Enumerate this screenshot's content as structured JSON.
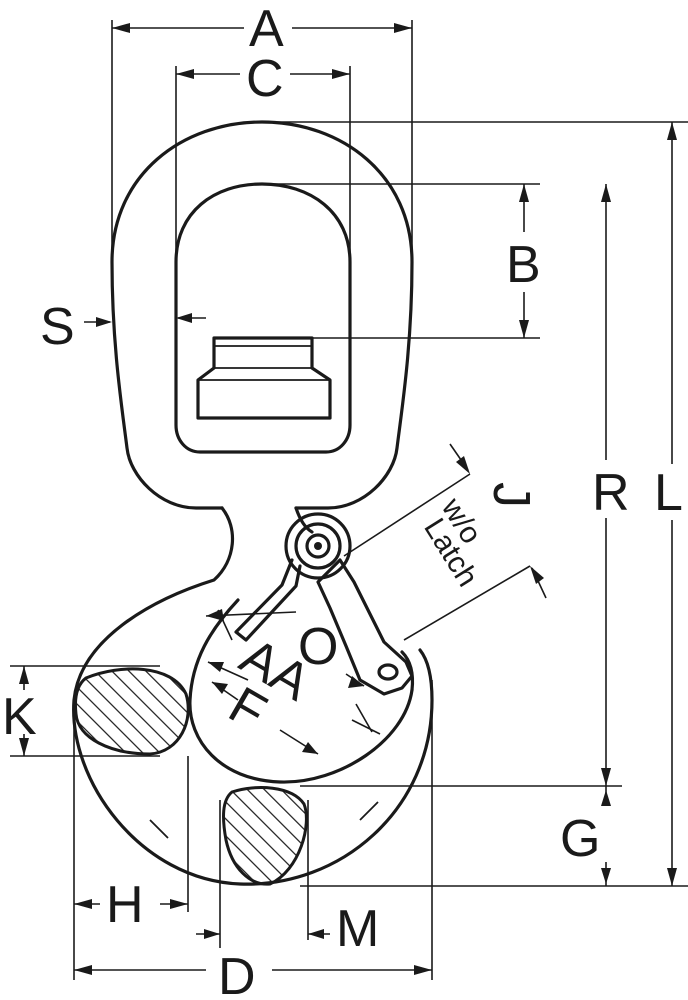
{
  "labels": {
    "A": "A",
    "C": "C",
    "B": "B",
    "S": "S",
    "R": "R",
    "L": "L",
    "J": "J",
    "latch_note_1": "w/o",
    "latch_note_2": "Latch",
    "O": "O",
    "AA": "AA",
    "F": "F",
    "K": "K",
    "G": "G",
    "H": "H",
    "M": "M",
    "D": "D"
  },
  "colors": {
    "line": "#1a1a1a",
    "background": "#ffffff"
  }
}
